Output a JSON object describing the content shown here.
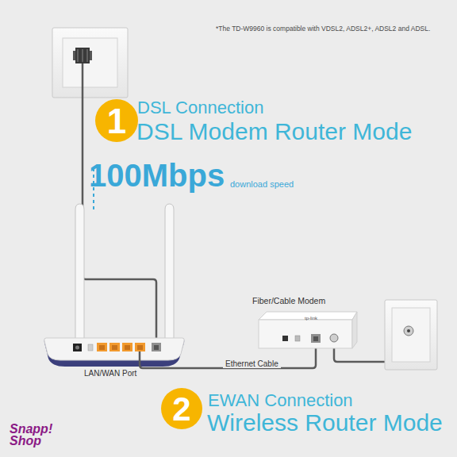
{
  "diagram": {
    "nodes": [
      {
        "text": [
          "1"
        ]
      },
      {
        "text": [
          "Fiber/Cable Modem",
          "tp-link"
        ]
      },
      {
        "text": [
          "2"
        ]
      }
    ],
    "labels": [
      "*The TD-W9960 is compatible with VDSL2, ADSL2+, ADSL2 and ADSL.",
      "DSL Connection",
      "DSL Modem Router Mode",
      "100Mbps",
      "download speed",
      "LAN/WAN Port",
      "Ethernet Cable",
      "EWAN Connection",
      "Wireless Router Mode",
      "Snapp! Shop"
    ]
  }
}
